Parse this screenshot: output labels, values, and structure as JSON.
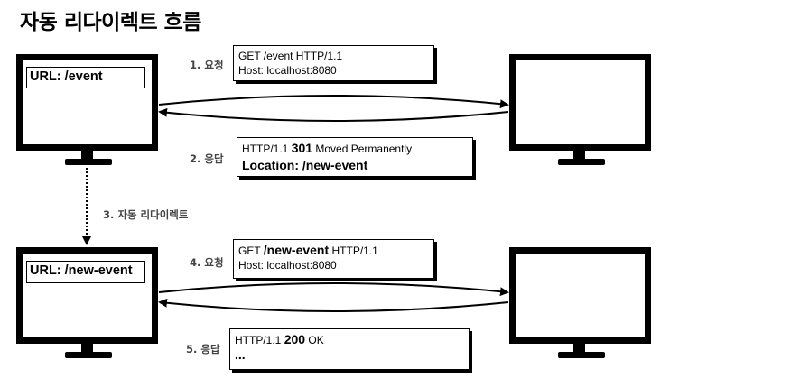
{
  "title": "자동 리다이렉트 흐름",
  "top_row": {
    "url_label": "URL: /event",
    "request_step": "1. 요청",
    "request_line1": "GET /event HTTP/1.1",
    "request_line2": "Host: localhost:8080",
    "response_step": "2. 응답",
    "response_status_prefix": "HTTP/1.1 ",
    "response_status_code": "301",
    "response_status_text": " Moved Permanently",
    "response_location": "Location: /new-event"
  },
  "redirect_step": "3. 자동 리다이렉트",
  "bottom_row": {
    "url_label": "URL: /new-event",
    "request_step": "4. 요청",
    "request_method": "GET ",
    "request_path": "/new-event",
    "request_version": " HTTP/1.1",
    "request_line2": "Host: localhost:8080",
    "response_step": "5. 응답",
    "response_status_prefix": "HTTP/1.1 ",
    "response_status_code": "200",
    "response_status_text": " OK",
    "response_body": "..."
  }
}
